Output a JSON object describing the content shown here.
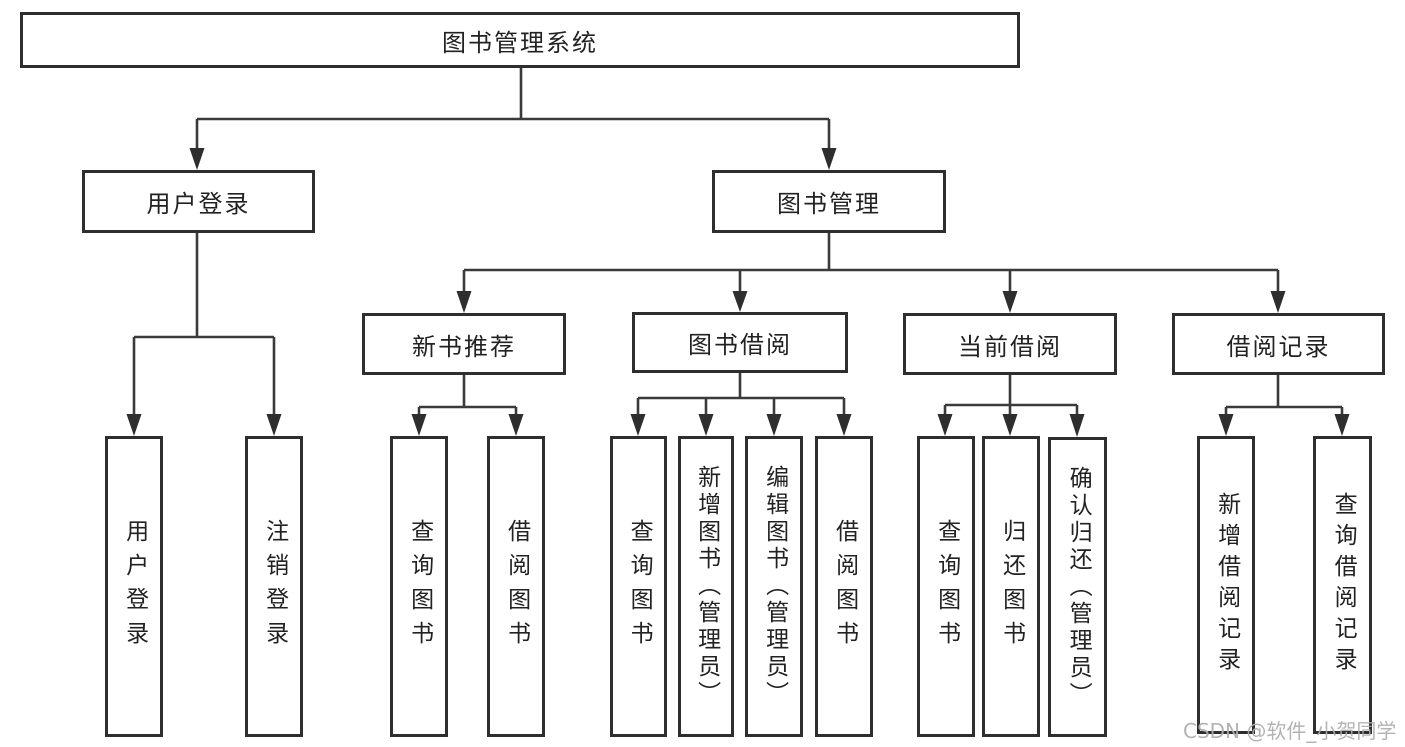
{
  "tree": {
    "root": {
      "label": "图书管理系统",
      "children": [
        {
          "label": "用户登录",
          "children": [
            {
              "label": "用户登录"
            },
            {
              "label": "注销登录"
            }
          ]
        },
        {
          "label": "图书管理",
          "children": [
            {
              "label": "新书推荐",
              "children": [
                {
                  "label": "查询图书"
                },
                {
                  "label": "借阅图书"
                }
              ]
            },
            {
              "label": "图书借阅",
              "children": [
                {
                  "label": "查询图书"
                },
                {
                  "label": "新增图书（管理员）"
                },
                {
                  "label": "编辑图书（管理员）"
                },
                {
                  "label": "借阅图书"
                }
              ]
            },
            {
              "label": "当前借阅",
              "children": [
                {
                  "label": "查询图书"
                },
                {
                  "label": "归还图书"
                },
                {
                  "label": "确认归还（管理员）"
                }
              ]
            },
            {
              "label": "借阅记录",
              "children": [
                {
                  "label": "新增借阅记录"
                },
                {
                  "label": "查询借阅记录"
                }
              ]
            }
          ]
        }
      ]
    }
  },
  "watermark": "CSDN @软件_小贺同学",
  "colors": {
    "line": "#3a3a3a",
    "box_border": "#2e2e2e",
    "box_fill": "#ffffff",
    "text": "#222222",
    "watermark": "#acacac"
  }
}
